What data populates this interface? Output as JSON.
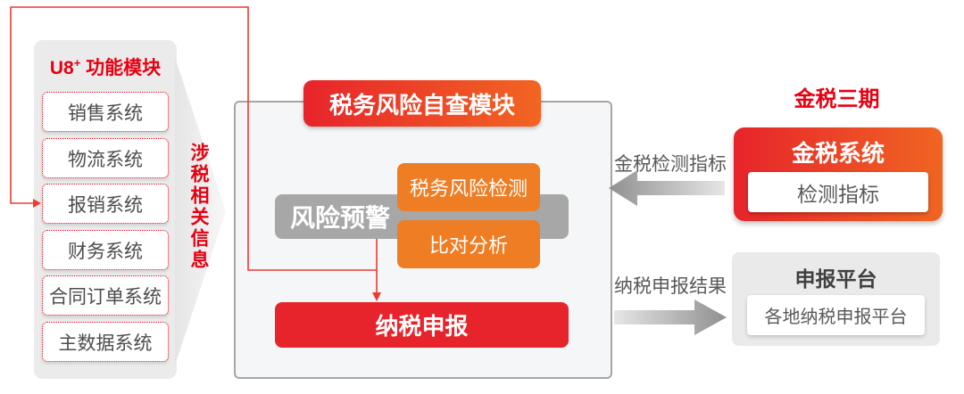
{
  "u8_panel": {
    "title_main": "U8",
    "title_sup": "+",
    "title_rest": "功能模块",
    "modules": [
      "销售系统",
      "物流系统",
      "报销系统",
      "财务系统",
      "合同订单系统",
      "主数据系统"
    ]
  },
  "flow_label": "涉税相关信息",
  "center_module": {
    "title": "税务风险自查模块",
    "risk_warning": "风险预警",
    "risk_detection": "税务风险检测",
    "comparison_analysis": "比对分析",
    "tax_declaration": "纳税申报"
  },
  "golden_tax": {
    "phase_title": "金税三期",
    "system_title": "金税系统",
    "inner_label": "检测指标",
    "arrow_label": "金税检测指标"
  },
  "declaration_platform": {
    "title": "申报平台",
    "inner_label": "各地纳税申报平台",
    "arrow_label": "纳税申报结果"
  },
  "colors": {
    "accent_red": "#e60012",
    "badge_gradient_start": "#e7242b",
    "badge_gradient_end": "#f26522",
    "orange": "#ef7d23",
    "gray_bar": "#a7a7a7",
    "panel_gray": "#ebebeb"
  }
}
